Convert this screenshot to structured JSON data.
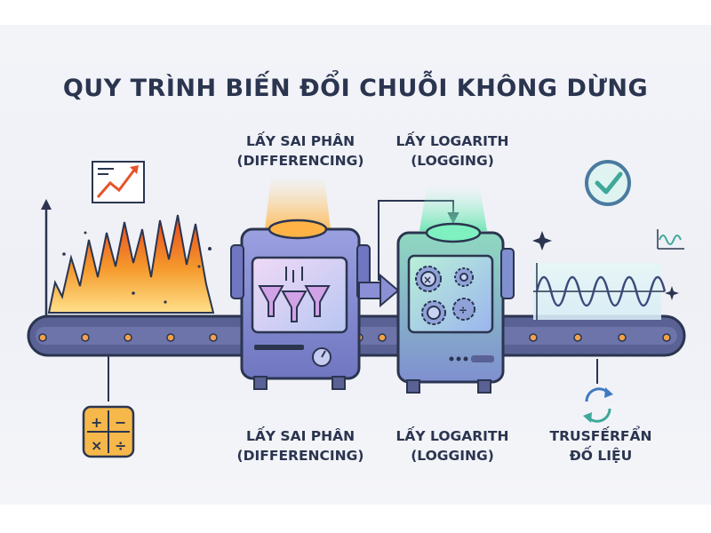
{
  "title": "QUY TRÌNH BIẾN ĐỔI CHUỖI KHÔNG DỪNG",
  "top_labels": {
    "differencing": {
      "line1": "LẤY SAI PHÂN",
      "line2": "(DIFFERENCING)"
    },
    "logging": {
      "line1": "LẤY LOGARITH",
      "line2": "(LOGGING)"
    }
  },
  "bottom_labels": {
    "differencing": {
      "line1": "LẤY SAI PHÂN",
      "line2": "(DIFFERENCING)"
    },
    "logging": {
      "line1": "LẤY LOGARITH",
      "line2": "(LOGGING)"
    },
    "transfer": {
      "line1": "TRUSFẾRFẨN",
      "line2": "ĐỐ LIỆU"
    }
  },
  "icons": [
    "trend-chart-icon",
    "calculator-icon",
    "funnel-icon",
    "gear-icon",
    "check-circle-icon",
    "refresh-cycle-icon",
    "sparkle-icon",
    "wave-chart-icon"
  ],
  "colors": {
    "title": "#2b3550",
    "machine_purple": "#8a8fd6",
    "machine_green": "#7fd3b0",
    "glow_orange": "#ffb347",
    "glow_green": "#7ff0c0",
    "belt": "#5a6194",
    "wave": "#3a4a7a"
  }
}
